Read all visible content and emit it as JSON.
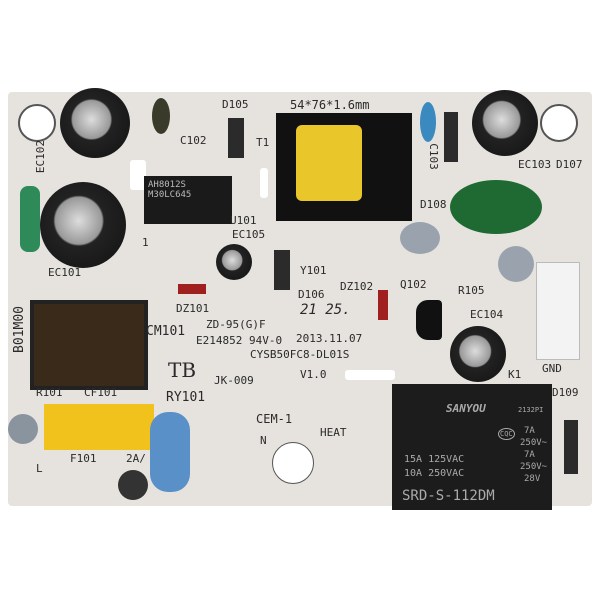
{
  "board": {
    "size_label": "54*76*1.6mm",
    "model": "CYSB50FC8-DL01S",
    "version": "V1.0",
    "date": "2013.11.07",
    "code": "21 25.",
    "cert": "ZD-95(G)F",
    "ul": "E214852 94V-0",
    "brand": "TB",
    "jk": "JK-009",
    "material": "CEM-1",
    "side_code": "B01M00"
  },
  "labels": {
    "d105": "D105",
    "c102": "C102",
    "t1": "T1",
    "ec102": "EC102",
    "ec101": "EC101",
    "u101": "U101",
    "ec105": "EC105",
    "y101": "Y101",
    "d106": "D106",
    "dz101": "DZ101",
    "dz102": "DZ102",
    "q102": "Q102",
    "r105": "R105",
    "ec104": "EC104",
    "k1": "K1",
    "gnd": "GND",
    "d109": "D109",
    "c103": "C103",
    "d108": "D108",
    "ec103": "EC103",
    "d107": "D107",
    "cm101": "CM101",
    "r101": "R101",
    "cf101": "CF101",
    "f101": "F101",
    "ry101": "RY101",
    "fuse": "2A/",
    "heat": "HEAT",
    "n": "N",
    "l": "L",
    "pin1": "1"
  },
  "ic": {
    "line1": "AH8012S",
    "line2": "M30LC645"
  },
  "relay": {
    "brand": "SANYOU",
    "lot": "2132PI",
    "r1": "15A 125VAC",
    "r2": "10A 250VAC",
    "c1": "7A",
    "c2": "250V~",
    "c3": "7A",
    "c4": "250V~",
    "c5": "28V",
    "model": "SRD-S-112DM",
    "cqc": "CQC"
  }
}
